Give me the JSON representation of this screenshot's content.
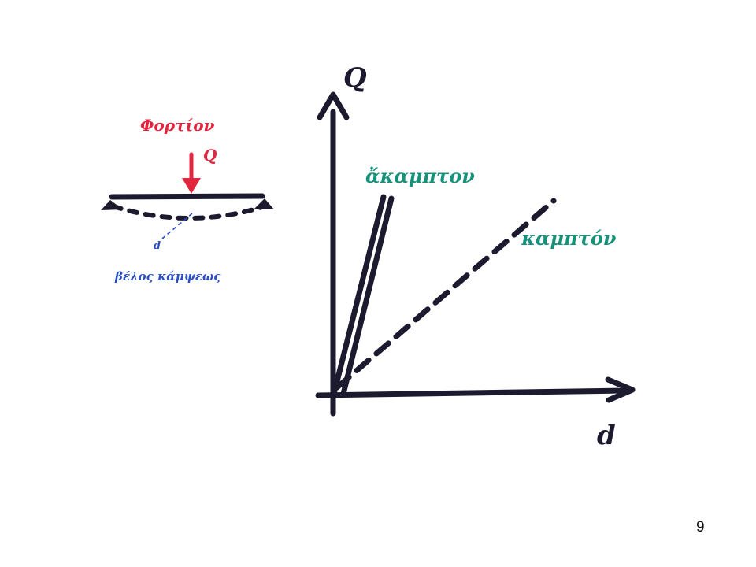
{
  "beam_sketch": {
    "load_label": "Φορτίον",
    "load_symbol": "Q",
    "deflection_symbol": "d",
    "deflection_label": "βέλος κάμψεως"
  },
  "graph": {
    "y_axis_label": "Q",
    "x_axis_label": "d",
    "rigid_line_label": "ἄκαμπτον",
    "flexible_line_label": "καμπτόν"
  },
  "page_number": "9",
  "colors": {
    "ink": "#1c1a2e",
    "load_red": "#e3263f",
    "deflection_blue": "#2a4fc4",
    "curve_label_teal": "#16917a"
  }
}
